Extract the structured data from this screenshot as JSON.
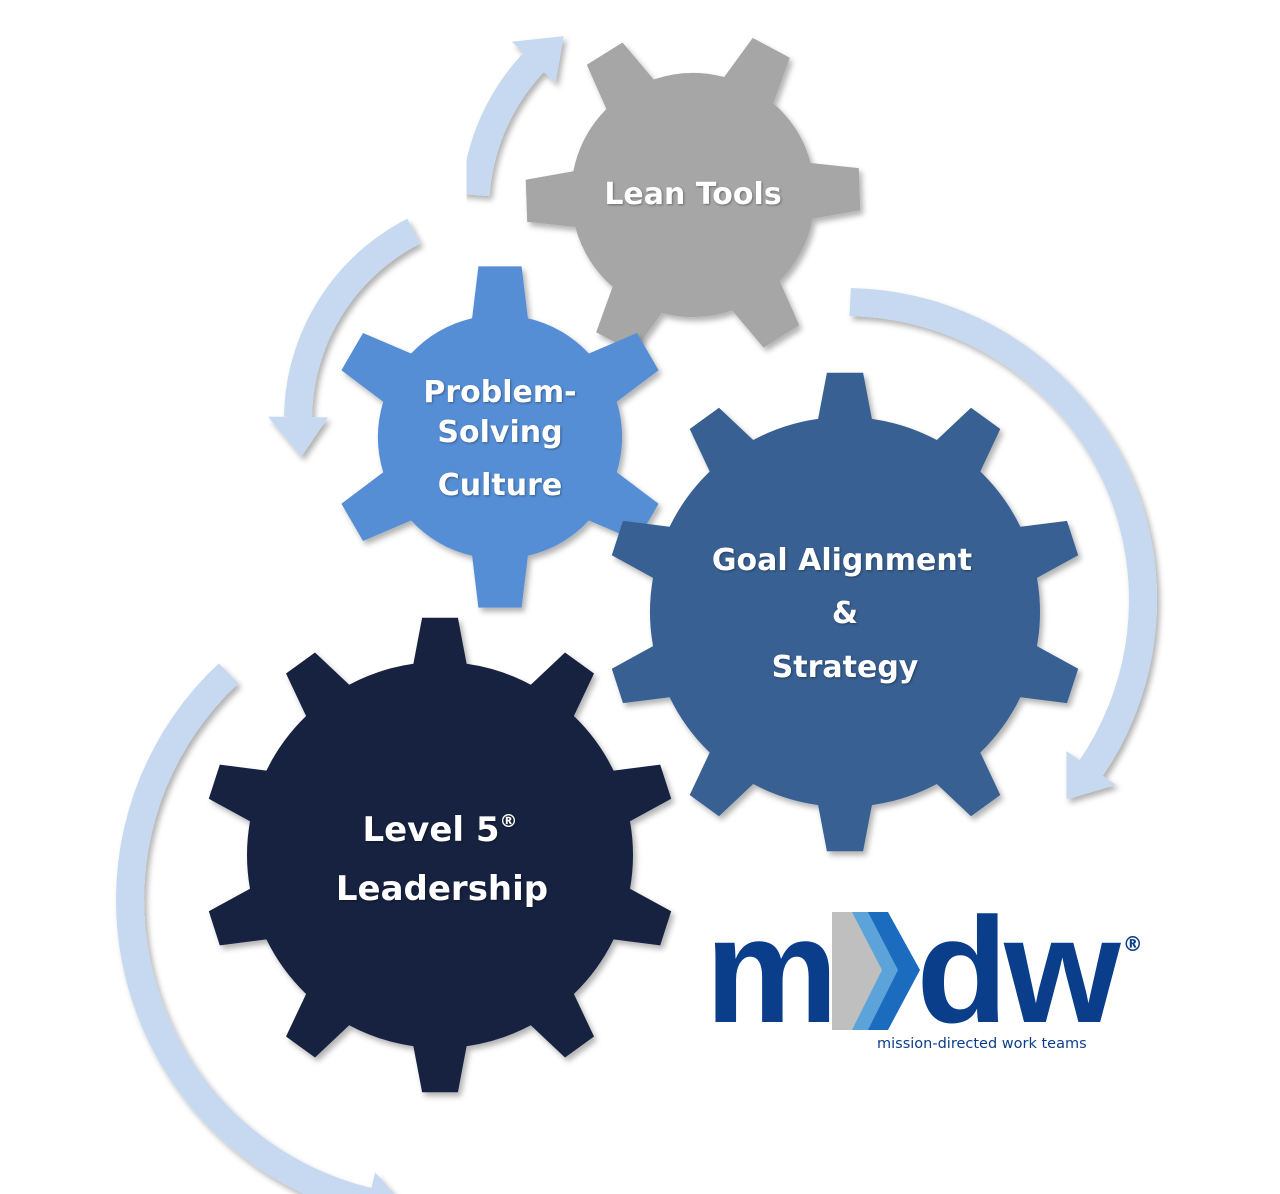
{
  "gears": {
    "lean_tools": {
      "label": "Lean Tools",
      "color": "#a6a6a6"
    },
    "problem_solving": {
      "line1": "Problem-",
      "line2": "Solving",
      "line3": "Culture",
      "color": "#558ed5"
    },
    "goal_alignment": {
      "line1": "Goal Alignment",
      "line2": "&",
      "line3": "Strategy",
      "color": "#376092"
    },
    "level5": {
      "line1": "Level 5",
      "reg": "®",
      "line2": "Leadership",
      "color": "#14233f"
    }
  },
  "arrow_color": "#c6d9f1",
  "logo": {
    "word": "mdw",
    "registered": "®",
    "tagline": "mission-directed work teams",
    "color": "#0a3d8a"
  }
}
